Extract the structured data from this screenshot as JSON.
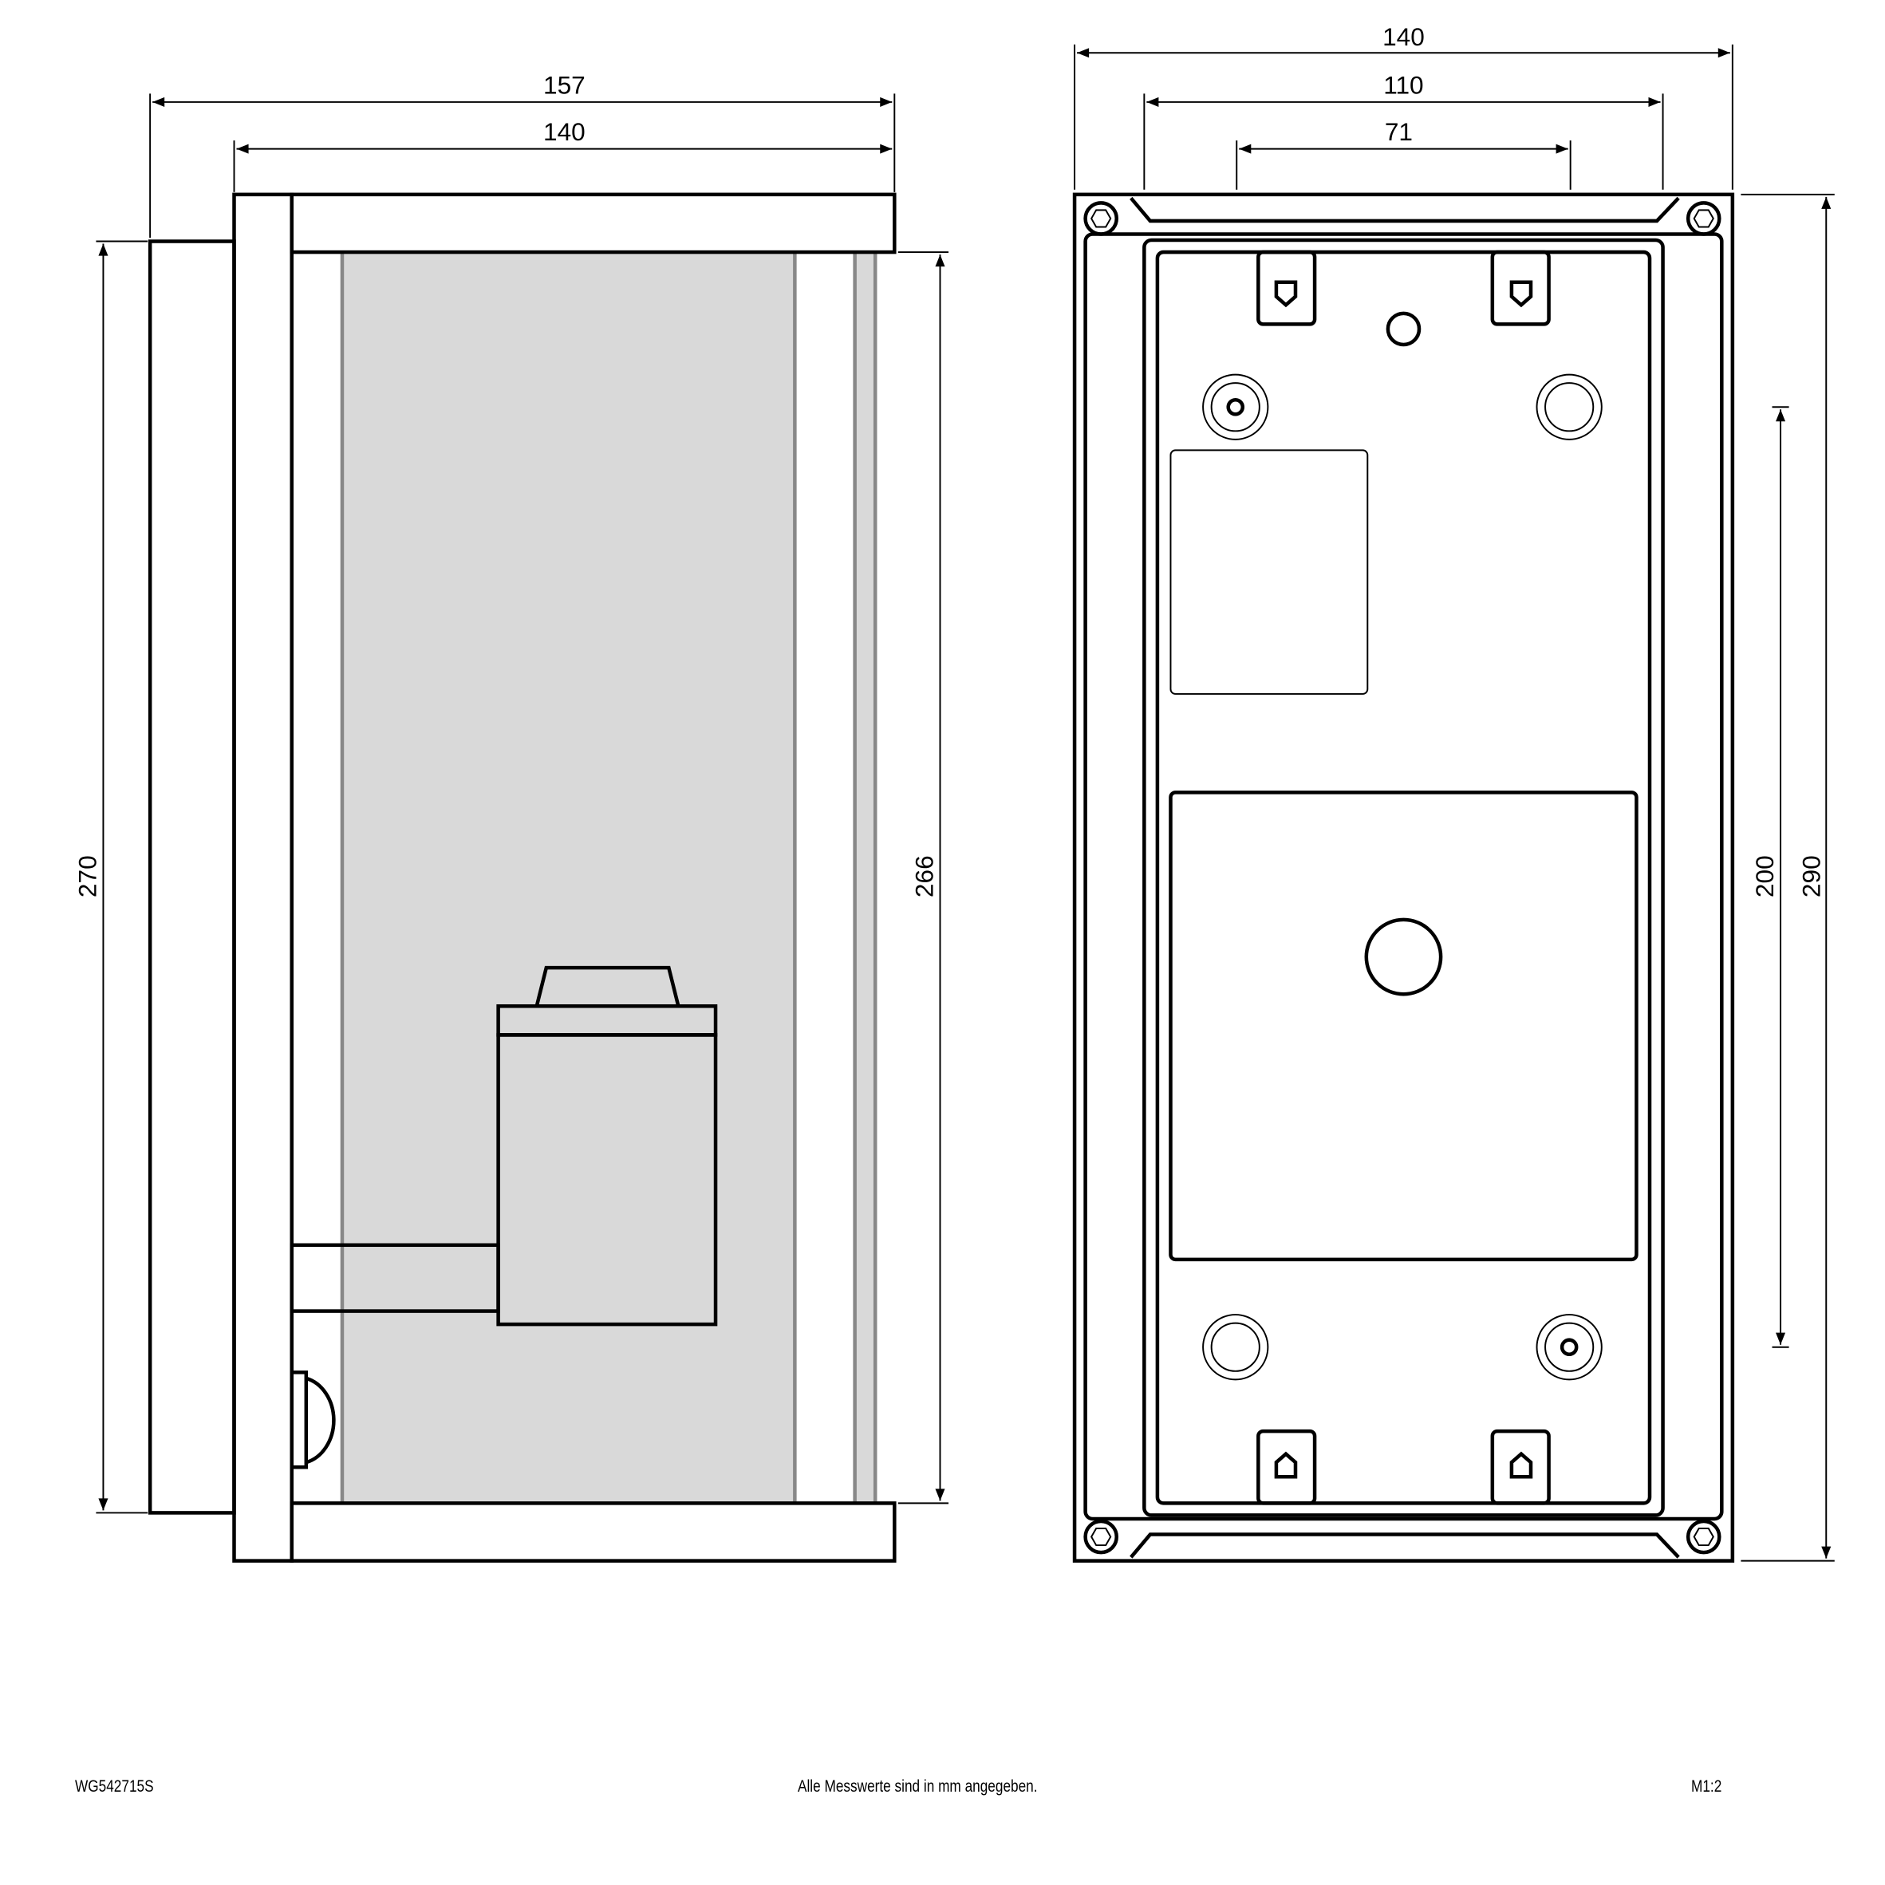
{
  "side_view": {
    "dims": {
      "overall_width": "157",
      "body_width": "140",
      "plate_height": "270",
      "glass_height": "266"
    }
  },
  "back_view": {
    "dims": {
      "overall_width": "140",
      "inner_width": "110",
      "slot_spacing": "71",
      "overall_height": "290",
      "hole_spacing": "200"
    }
  },
  "footer": {
    "article_number": "WG542715S",
    "note": "Alle Messwerte sind in mm angegeben.",
    "scale": "M1:2"
  },
  "colors": {
    "glass": "#d9d9d9",
    "line": "#000000"
  }
}
